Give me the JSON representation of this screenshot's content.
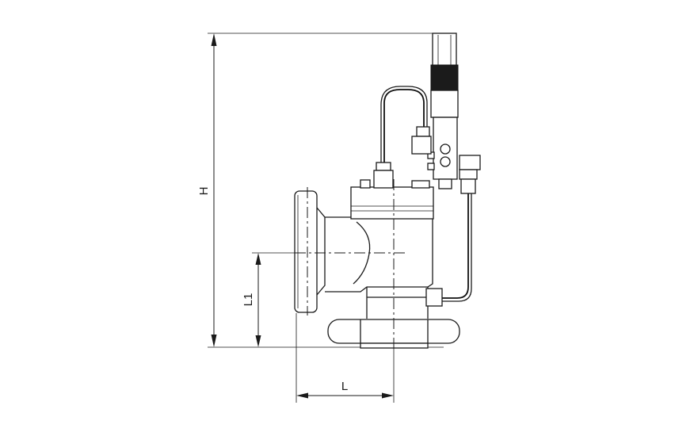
{
  "dimensions": {
    "height_label": "H",
    "length_label": "L",
    "l1_label": "L1"
  }
}
